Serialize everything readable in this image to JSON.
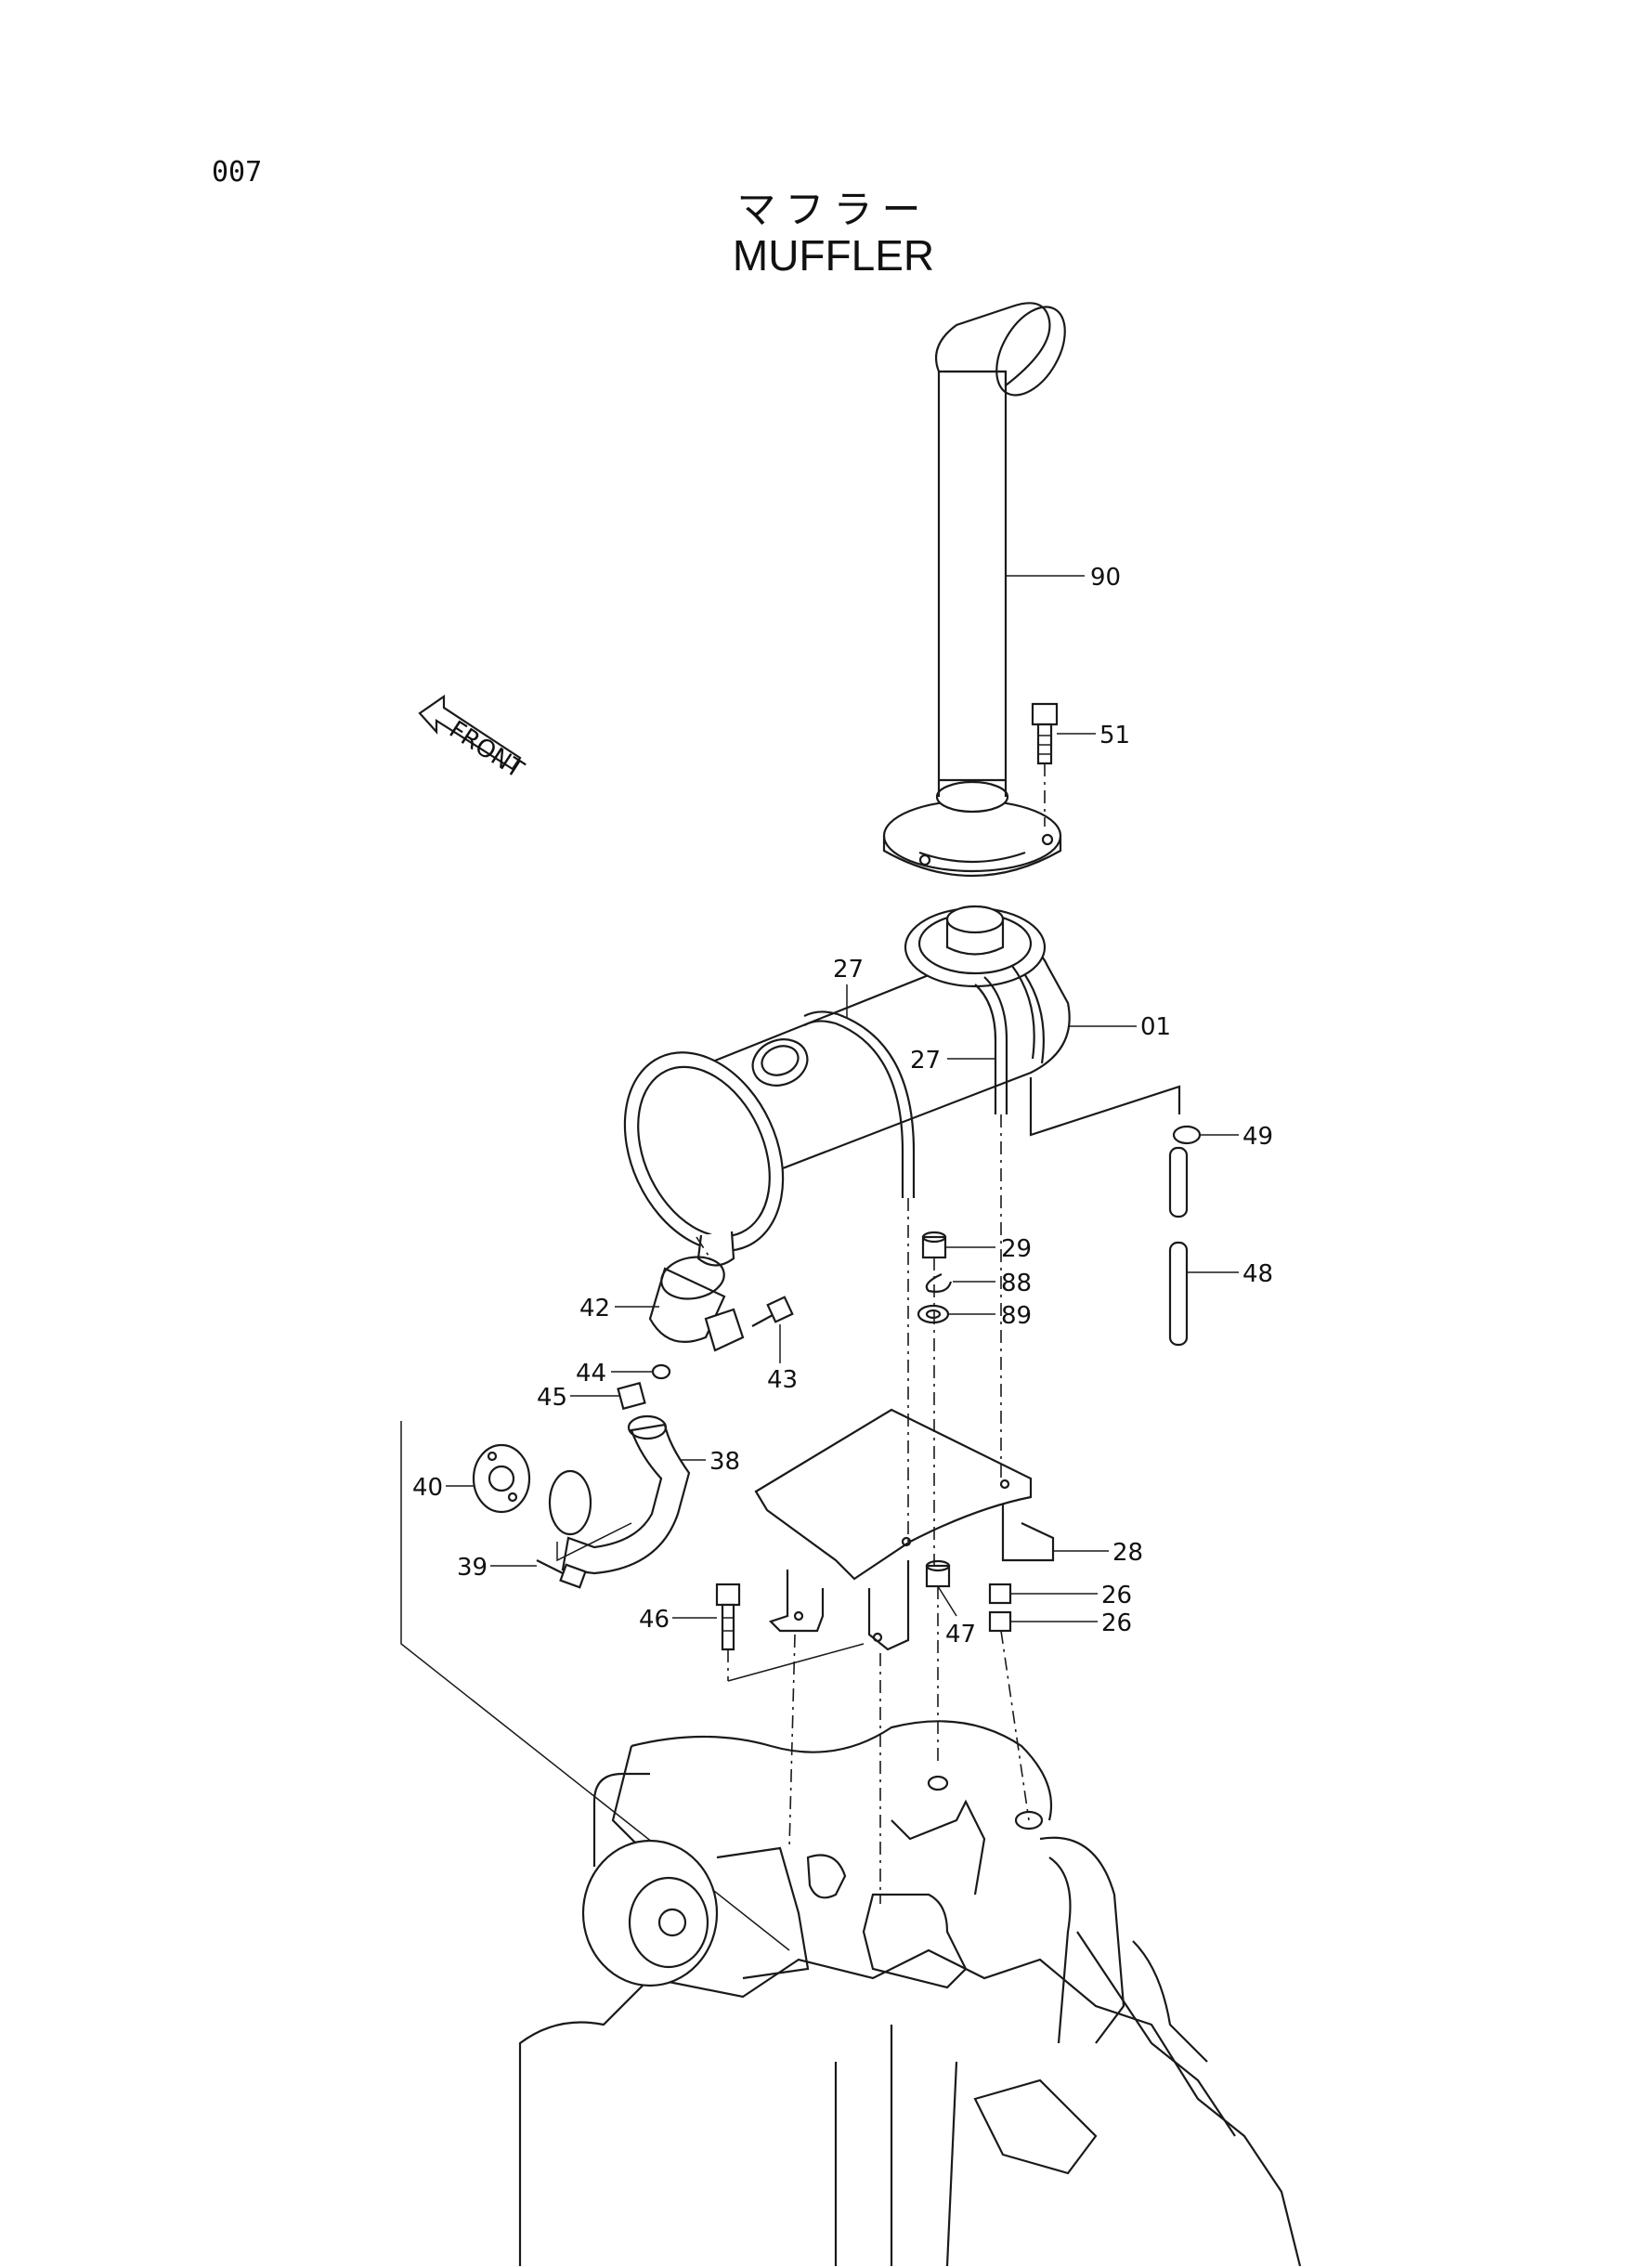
{
  "page_code": "007",
  "title_jp": "マフラー",
  "title_en": "MUFFLER",
  "front_label": "FRONT",
  "callouts": {
    "c90": "90",
    "c51": "51",
    "c01": "01",
    "c27a": "27",
    "c27b": "27",
    "c49": "49",
    "c48": "48",
    "c29": "29",
    "c88": "88",
    "c89": "89",
    "c42": "42",
    "c43": "43",
    "c44": "44",
    "c45": "45",
    "c38": "38",
    "c40": "40",
    "c39": "39",
    "c28": "28",
    "c26a": "26",
    "c26b": "26",
    "c46": "46",
    "c47": "47"
  }
}
